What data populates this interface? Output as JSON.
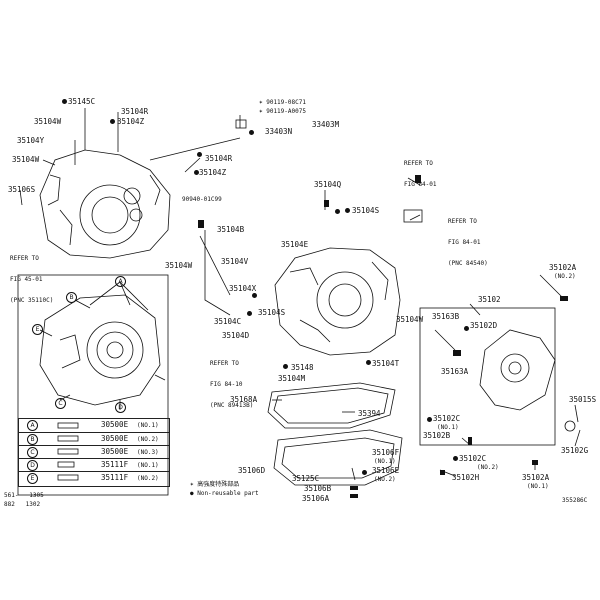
{
  "labels": {
    "p35145C": "35145C",
    "p35104R": "35104R",
    "p35104Z_top": "35104Z",
    "p35104Y": "35104Y",
    "p35104W_a": "35104W",
    "p35104W_b": "35104W",
    "p35106S": "35106S",
    "p90119_a": "✶ 90119-08C71",
    "p90119_b": "✶ 90119-A0075",
    "p33403M": "33403M",
    "p33403N": "33403N",
    "p35104R_mid": "35104R",
    "p35104Z_mid": "35104Z",
    "p90940": "90940-01C99",
    "p35104B": "35104B",
    "p35104V": "35104V",
    "p35104W_c": "35104W",
    "p35104X": "35104X",
    "p35104C": "35104C",
    "p35104S_a": "35104S",
    "p35104D": "35104D",
    "p35104Q": "35104Q",
    "p35104S_b": "35104S",
    "p35104E": "35104E",
    "p35104W_d": "35104W",
    "p35148": "35148",
    "p35104T": "35104T",
    "p35104M": "35104M",
    "p35168A": "35168A",
    "p35394": "35394",
    "p35106F": "35106F",
    "p35106F_note": "(NO.1)",
    "p35106E": "35106E",
    "p35106E_note": "(NO.2)",
    "p35106D": "35106D",
    "p35125C": "35125C",
    "p35106B": "35106B",
    "p35106A": "35106A",
    "p35102A_top": "35102A",
    "p35102A_top_note": "(NO.2)",
    "p35102": "35102",
    "p35163B": "35163B",
    "p35102D": "35102D",
    "p35163A": "35163A",
    "p35015S": "35015S",
    "p35102C_a": "35102C",
    "p35102C_a_note": "(NO.1)",
    "p35102B": "35102B",
    "p35102C_b": "35102C",
    "p35102C_b_note": "(NO.2)",
    "p35102H": "35102H",
    "p35102A_bot": "35102A",
    "p35102A_bot_note": "(NO.1)",
    "p35102G": "35102G"
  },
  "refer_notes": {
    "left": [
      "REFER TO",
      "FIG 45-01",
      "(PNC 35110C)"
    ],
    "mid": [
      "REFER TO",
      "FIG 84-10",
      "(PNC 89413B)"
    ],
    "top_right": [
      "REFER TO",
      "FIG 84-01"
    ],
    "right": [
      "REFER TO",
      "FIG 84-01",
      "(PNC 84540)"
    ]
  },
  "legend": {
    "rows": [
      {
        "letter": "A",
        "part": "30500E",
        "note": "(NO.1)"
      },
      {
        "letter": "B",
        "part": "30500E",
        "note": "(NO.2)"
      },
      {
        "letter": "C",
        "part": "30500E",
        "note": "(NO.3)"
      },
      {
        "letter": "D",
        "part": "35111F",
        "note": "(NO.1)"
      },
      {
        "letter": "E",
        "part": "35111F",
        "note": "(NO.2)"
      }
    ],
    "detail_letters": [
      "A",
      "B",
      "C",
      "D",
      "E"
    ]
  },
  "key": {
    "star_text": "✶ 高強度特殊部品",
    "dot_text": "● Non-reusable part"
  },
  "footer": {
    "left_a": "561-   1305",
    "left_b": "882   1302",
    "figure_id": "355286C"
  }
}
